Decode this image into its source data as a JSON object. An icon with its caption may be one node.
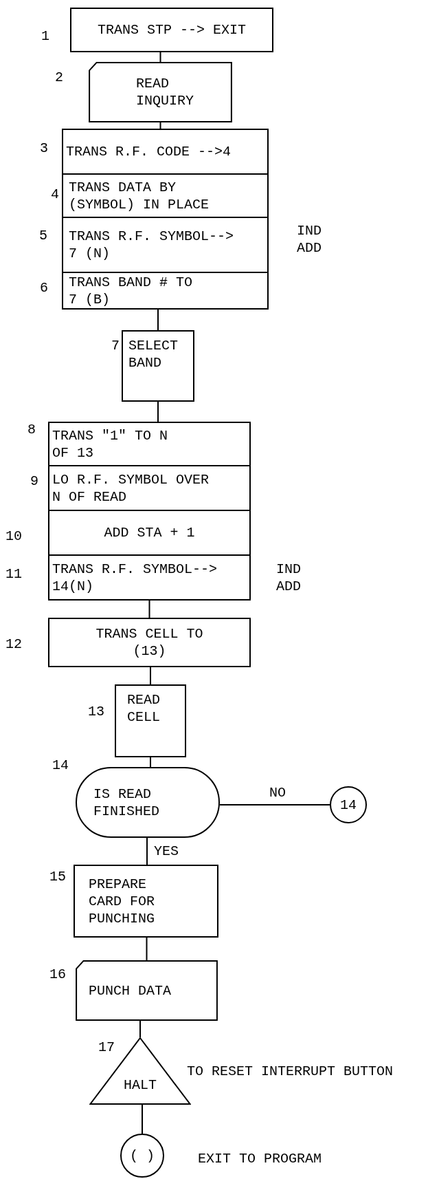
{
  "diagram": {
    "nodes": [
      {
        "text": [
          "TRANS STP --> EXIT"
        ],
        "beside": [
          "1"
        ]
      },
      {
        "text": [
          "READ INQUIRY"
        ],
        "beside": [
          "2"
        ]
      },
      {
        "text": [
          "TRANS R.F. CODE -->4"
        ],
        "beside": [
          "3"
        ]
      },
      {
        "text": [
          "TRANS DATA BY (SYMBOL) IN PLACE"
        ],
        "beside": [
          "4"
        ]
      },
      {
        "text": [
          "TRANS R.F. SYMBOL--> 7 (N)"
        ],
        "beside": [
          "5",
          "IND ADD"
        ]
      },
      {
        "text": [
          "TRANS BAND # TO 7 (B)"
        ],
        "beside": [
          "6"
        ]
      },
      {
        "text": [
          "SELECT BAND"
        ],
        "beside": [
          "7"
        ]
      },
      {
        "text": [
          "TRANS \"1\" TO N OF 13"
        ],
        "beside": [
          "8"
        ]
      },
      {
        "text": [
          "LO R.F. SYMBOL OVER N OF READ"
        ],
        "beside": [
          "9"
        ]
      },
      {
        "text": [
          "ADD STA + 1"
        ],
        "beside": [
          "10"
        ]
      },
      {
        "text": [
          "TRANS R.F. SYMBOL--> 14(N)"
        ],
        "beside": [
          "11",
          "IND ADD"
        ]
      },
      {
        "text": [
          "TRANS CELL TO (13)"
        ],
        "beside": [
          "12"
        ]
      },
      {
        "text": [
          "READ CELL"
        ],
        "beside": [
          "13"
        ]
      },
      {
        "text": [
          "IS READ FINISHED"
        ],
        "beside": [
          "14"
        ]
      },
      {
        "text": [
          "14"
        ]
      },
      {
        "text": [
          "PREPARE CARD FOR PUNCHING"
        ],
        "beside": [
          "15"
        ]
      },
      {
        "text": [
          "PUNCH DATA"
        ],
        "beside": [
          "16"
        ]
      },
      {
        "text": [
          "HALT"
        ],
        "beside": [
          "17",
          "TO RESET INTERRUPT BUTTON"
        ]
      },
      {
        "text": [
          "( )"
        ],
        "beside": [
          "EXIT TO PROGRAM"
        ]
      }
    ],
    "edges": [
      {
        "from": 0,
        "to": 1,
        "arrow": "none"
      },
      {
        "from": 1,
        "to": 2,
        "arrow": "none"
      },
      {
        "from": 5,
        "to": 6,
        "arrow": "none"
      },
      {
        "from": 6,
        "to": 7,
        "arrow": "none"
      },
      {
        "from": 10,
        "to": 11,
        "arrow": "none"
      },
      {
        "from": 11,
        "to": 12,
        "arrow": "none"
      },
      {
        "from": 12,
        "to": 13,
        "arrow": "none"
      },
      {
        "from": 13,
        "to": 14,
        "arrow": "none",
        "label": "NO"
      },
      {
        "from": 13,
        "to": 15,
        "arrow": "none",
        "label": "YES"
      },
      {
        "from": 15,
        "to": 16,
        "arrow": "none"
      },
      {
        "from": 16,
        "to": 17,
        "arrow": "none"
      },
      {
        "from": 17,
        "to": 18,
        "arrow": "none"
      }
    ]
  }
}
